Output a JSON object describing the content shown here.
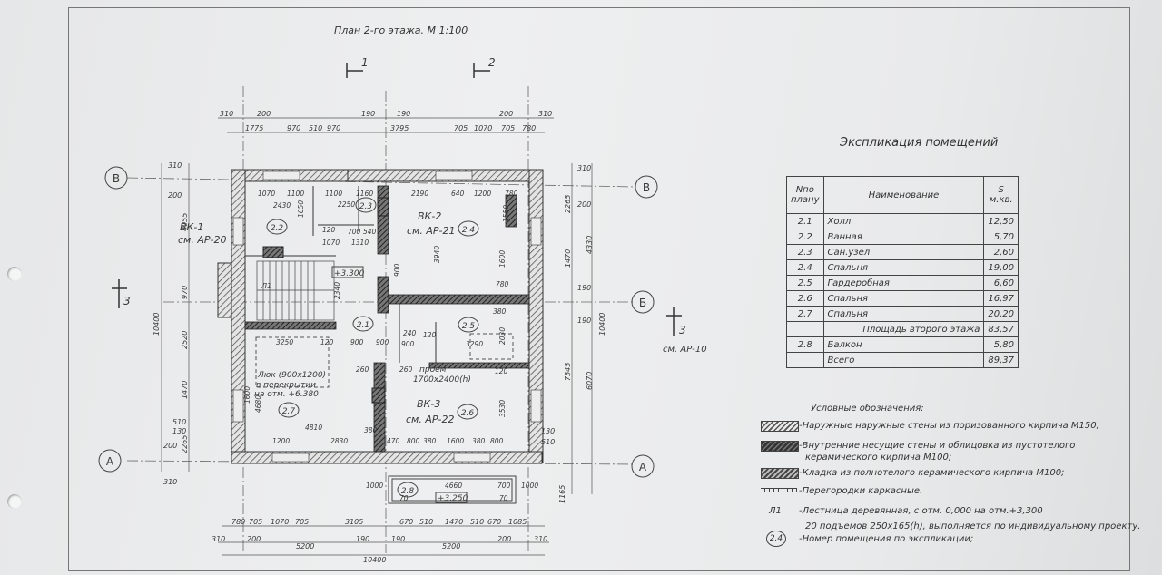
{
  "plan": {
    "title": "План 2-го этажа.  М 1:100",
    "section_marks": [
      "1",
      "2",
      "3"
    ],
    "axes": [
      "В",
      "Б",
      "А"
    ],
    "note_sections": "см. АР-10",
    "top_dims_row1": [
      "310",
      "200",
      "190",
      "190",
      "200",
      "310"
    ],
    "top_dims_row2": [
      "1775",
      "970",
      "510",
      "970",
      "3795",
      "705",
      "1070",
      "705",
      "780"
    ],
    "bottom_dims_row1": [
      "780",
      "705",
      "1070",
      "705",
      "3105",
      "670",
      "510",
      "1470",
      "510",
      "670",
      "1085"
    ],
    "bottom_dims_row2": [
      "310",
      "200",
      "5200",
      "190",
      "190",
      "5200",
      "200",
      "310"
    ],
    "bottom_total": "10400",
    "left_dims": [
      "310",
      "200",
      "4055",
      "970",
      "2520",
      "1470",
      "510",
      "130",
      "200",
      "2265",
      "310",
      "10400"
    ],
    "right_dims": [
      "310",
      "200",
      "2265",
      "1470",
      "190",
      "190",
      "4330",
      "10400",
      "7545",
      "6070",
      "130",
      "510",
      "1165"
    ],
    "rooms": [
      {
        "id": "2.1"
      },
      {
        "id": "2.2"
      },
      {
        "id": "2.3"
      },
      {
        "id": "2.4"
      },
      {
        "id": "2.5"
      },
      {
        "id": "2.6"
      },
      {
        "id": "2.7"
      },
      {
        "id": "2.8"
      }
    ],
    "vk1": "ВК-1",
    "vk1_ref": "см. АР-20",
    "vk2": "ВК-2",
    "vk2_ref": "см. АР-21",
    "vk3": "ВК-3",
    "vk3_ref": "см. АР-22",
    "level_1": "+3.300",
    "level_2": "+3.250",
    "stairs_label": "Л1",
    "hatch_note_1": "Люк (900х1200)",
    "hatch_note_2": "в перекрытии",
    "hatch_note_3": "на отм. +6.380",
    "opening_1": "проем",
    "opening_2": "1700х2400(h)",
    "inner_dims": [
      "1070",
      "1100",
      "1100",
      "1160",
      "2190",
      "640",
      "1200",
      "780",
      "2430",
      "2250",
      "1650",
      "3940",
      "1550",
      "120",
      "700",
      "540",
      "1070",
      "1310",
      "900",
      "2340",
      "1600",
      "780",
      "380",
      "3250",
      "120",
      "900",
      "900",
      "240",
      "120",
      "900",
      "3290",
      "2030",
      "260",
      "260",
      "120",
      "1600",
      "4680",
      "4810",
      "380",
      "3530",
      "1200",
      "2830",
      "470",
      "800",
      "380",
      "1600",
      "380",
      "800",
      "4660",
      "70",
      "70",
      "700",
      "1000",
      "1000"
    ]
  },
  "explication": {
    "title": "Экспликация помещений",
    "col_num": "Nпо плану",
    "col_name": "Наименование",
    "col_area": "S м.кв.",
    "rows": [
      {
        "n": "2.1",
        "name": "Холл",
        "s": "12,50"
      },
      {
        "n": "2.2",
        "name": "Ванная",
        "s": "5,70"
      },
      {
        "n": "2.3",
        "name": "Сан.узел",
        "s": "2,60"
      },
      {
        "n": "2.4",
        "name": "Спальня",
        "s": "19,00"
      },
      {
        "n": "2.5",
        "name": "Гардеробная",
        "s": "6,60"
      },
      {
        "n": "2.6",
        "name": "Спальня",
        "s": "16,97"
      },
      {
        "n": "2.7",
        "name": "Спальня",
        "s": "20,20"
      },
      {
        "n": "",
        "name": "Площадь второго этажа",
        "s": "83,57"
      },
      {
        "n": "2.8",
        "name": "Балкон",
        "s": "5,80"
      },
      {
        "n": "",
        "name": "Всего",
        "s": "89,37"
      }
    ]
  },
  "legend": {
    "title": "Условные обозначения:",
    "items": [
      "-Наружные наружные стены из поризованного кирпича М150;",
      "-Внутренние несущие стены и облицовка из пустотелого",
      "керамического кирпича М100;",
      "-Кладка из полнотелого керамического кирпича М100;",
      "-Перегородки каркасные."
    ],
    "stairs_code": "Л1",
    "stairs_text_1": "-Лестница деревянная, с отм. 0,000 на отм.+3,300",
    "stairs_text_2": "20 подъемов 250х165(h), выполняется по индивидуальному проекту.",
    "room_code": "2.4",
    "room_text": "-Номер помещения по экспликации;"
  }
}
